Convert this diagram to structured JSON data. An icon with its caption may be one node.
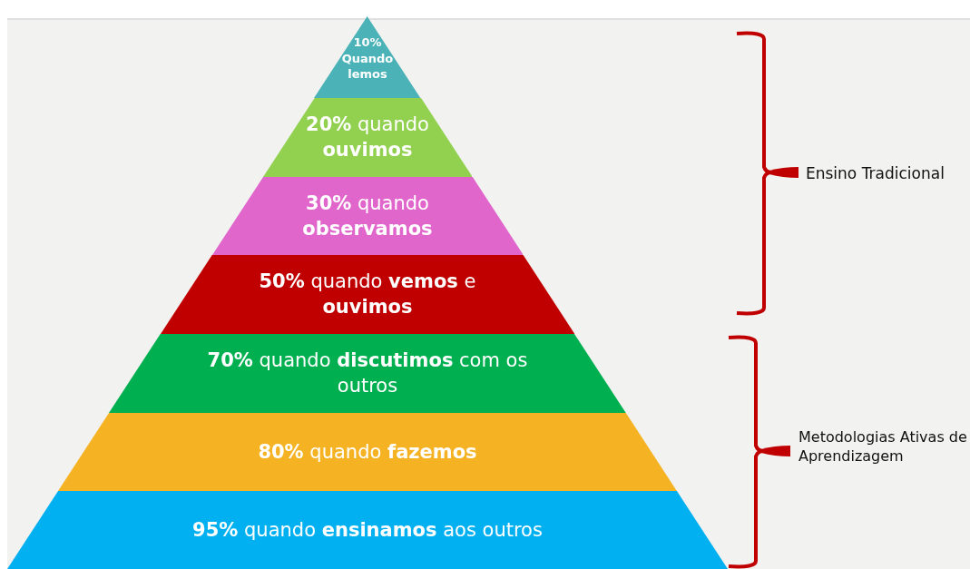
{
  "diagram": {
    "nodes": [
      {
        "text": [
          "10% Quando lemos"
        ]
      },
      {
        "text": [
          "**20%** quando **ouvimos**"
        ]
      },
      {
        "text": [
          "**30%** quando **observamos**"
        ]
      },
      {
        "text": [
          "**50%** quando **vemos** e **ouvimos**"
        ]
      },
      {
        "text": [
          "**70%** quando **discutimos** com os outros"
        ]
      },
      {
        "text": [
          "**80%** quando **fazemos**"
        ]
      },
      {
        "text": [
          "**95%** quando **ensinamos** aos outros"
        ]
      }
    ],
    "labels": [
      "Ensino Tradicional",
      "Metodologias Ativas de Aprendizagem"
    ]
  }
}
